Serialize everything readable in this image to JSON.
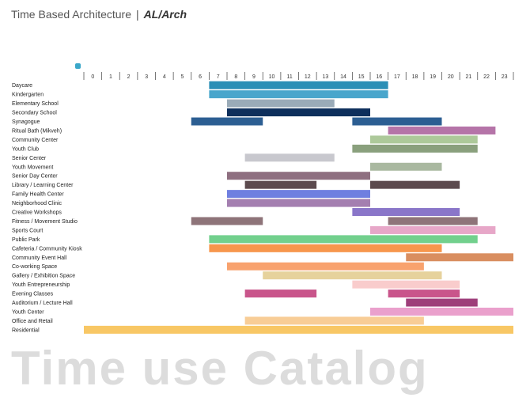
{
  "header": {
    "title": "Time Based Architecture",
    "separator": "|",
    "logo": "AL/Arch"
  },
  "footer": {
    "watermark": "Time use Catalog"
  },
  "colors": {
    "accent": "#3aa7c9"
  },
  "chart_data": {
    "type": "gantt",
    "x": [
      0,
      1,
      2,
      3,
      4,
      5,
      6,
      7,
      8,
      9,
      10,
      11,
      12,
      13,
      14,
      15,
      16,
      17,
      18,
      19,
      20,
      21,
      22,
      23
    ],
    "xlabel": "",
    "ylabel": "",
    "xlim": [
      -0.5,
      23.5
    ],
    "series": [
      {
        "label": "Daycare",
        "bars": [
          {
            "start": 6.5,
            "end": 16.5,
            "color": "#2b8fb6"
          }
        ]
      },
      {
        "label": "Kindergarten",
        "bars": [
          {
            "start": 6.5,
            "end": 16.5,
            "color": "#49a6cc"
          }
        ]
      },
      {
        "label": "Elementary School",
        "bars": [
          {
            "start": 7.5,
            "end": 13.5,
            "color": "#9aabb8"
          }
        ]
      },
      {
        "label": "Secondary School",
        "bars": [
          {
            "start": 7.5,
            "end": 15.5,
            "color": "#0e2f5c"
          }
        ]
      },
      {
        "label": "Synagogue",
        "bars": [
          {
            "start": 5.5,
            "end": 9.5,
            "color": "#2c5e92"
          },
          {
            "start": 14.5,
            "end": 19.5,
            "color": "#2c5e92"
          }
        ]
      },
      {
        "label": "Ritual Bath (Mikveh)",
        "bars": [
          {
            "start": 16.5,
            "end": 22.5,
            "color": "#b574a8"
          }
        ]
      },
      {
        "label": "Community Center",
        "bars": [
          {
            "start": 15.5,
            "end": 21.5,
            "color": "#adc99a"
          }
        ]
      },
      {
        "label": "Youth Club",
        "bars": [
          {
            "start": 14.5,
            "end": 21.5,
            "color": "#8aa07d"
          }
        ]
      },
      {
        "label": "Senior Center",
        "bars": [
          {
            "start": 8.5,
            "end": 13.5,
            "color": "#c8c8ce"
          }
        ]
      },
      {
        "label": "Youth Movement",
        "bars": [
          {
            "start": 15.5,
            "end": 19.5,
            "color": "#a9b8a0"
          }
        ]
      },
      {
        "label": "Senior Day Center",
        "bars": [
          {
            "start": 7.5,
            "end": 15.5,
            "color": "#8e6f80"
          }
        ]
      },
      {
        "label": "Library / Learning Center",
        "bars": [
          {
            "start": 8.5,
            "end": 12.5,
            "color": "#5c4a4e"
          },
          {
            "start": 15.5,
            "end": 20.5,
            "color": "#5c4a4e"
          }
        ]
      },
      {
        "label": "Family Health Center",
        "bars": [
          {
            "start": 7.5,
            "end": 15.5,
            "color": "#6f7fe0"
          }
        ]
      },
      {
        "label": "Neighborhood Clinic",
        "bars": [
          {
            "start": 7.5,
            "end": 15.5,
            "color": "#a47fb0"
          }
        ]
      },
      {
        "label": "Creative Workshops",
        "bars": [
          {
            "start": 14.5,
            "end": 20.5,
            "color": "#8a76c9"
          }
        ]
      },
      {
        "label": "Fitness / Movement Studio",
        "bars": [
          {
            "start": 5.5,
            "end": 9.5,
            "color": "#8e7479"
          },
          {
            "start": 16.5,
            "end": 21.5,
            "color": "#8e7479"
          }
        ]
      },
      {
        "label": "Sports Court",
        "bars": [
          {
            "start": 15.5,
            "end": 22.5,
            "color": "#e7a7c8"
          }
        ]
      },
      {
        "label": "Public Park",
        "bars": [
          {
            "start": 6.5,
            "end": 21.5,
            "color": "#72d08d"
          }
        ]
      },
      {
        "label": "Cafeteria / Community Kiosk",
        "bars": [
          {
            "start": 6.5,
            "end": 19.5,
            "color": "#f7964c"
          }
        ]
      },
      {
        "label": "Community Event Hall",
        "bars": [
          {
            "start": 17.5,
            "end": 23.5,
            "color": "#d98e60"
          }
        ]
      },
      {
        "label": "Co-working Space",
        "bars": [
          {
            "start": 7.5,
            "end": 18.5,
            "color": "#f8a26e"
          }
        ]
      },
      {
        "label": "Gallery / Exhibition Space",
        "bars": [
          {
            "start": 9.5,
            "end": 19.5,
            "color": "#e6d29c"
          }
        ]
      },
      {
        "label": "Youth Entrepreneurship",
        "bars": [
          {
            "start": 14.5,
            "end": 20.5,
            "color": "#f9cccc"
          }
        ]
      },
      {
        "label": "Evening Classes",
        "bars": [
          {
            "start": 8.5,
            "end": 12.5,
            "color": "#c9558b"
          },
          {
            "start": 16.5,
            "end": 20.5,
            "color": "#c9558b"
          }
        ]
      },
      {
        "label": "Auditorium / Lecture Hall",
        "bars": [
          {
            "start": 17.5,
            "end": 21.5,
            "color": "#9e3e7a"
          }
        ]
      },
      {
        "label": "Youth Center",
        "bars": [
          {
            "start": 15.5,
            "end": 23.5,
            "color": "#eaa0cc"
          }
        ]
      },
      {
        "label": "Office and Retail",
        "bars": [
          {
            "start": 8.5,
            "end": 18.5,
            "color": "#f8cd96"
          }
        ]
      },
      {
        "label": "Residential",
        "bars": [
          {
            "start": -0.5,
            "end": 23.5,
            "color": "#f8c765"
          }
        ]
      }
    ]
  }
}
